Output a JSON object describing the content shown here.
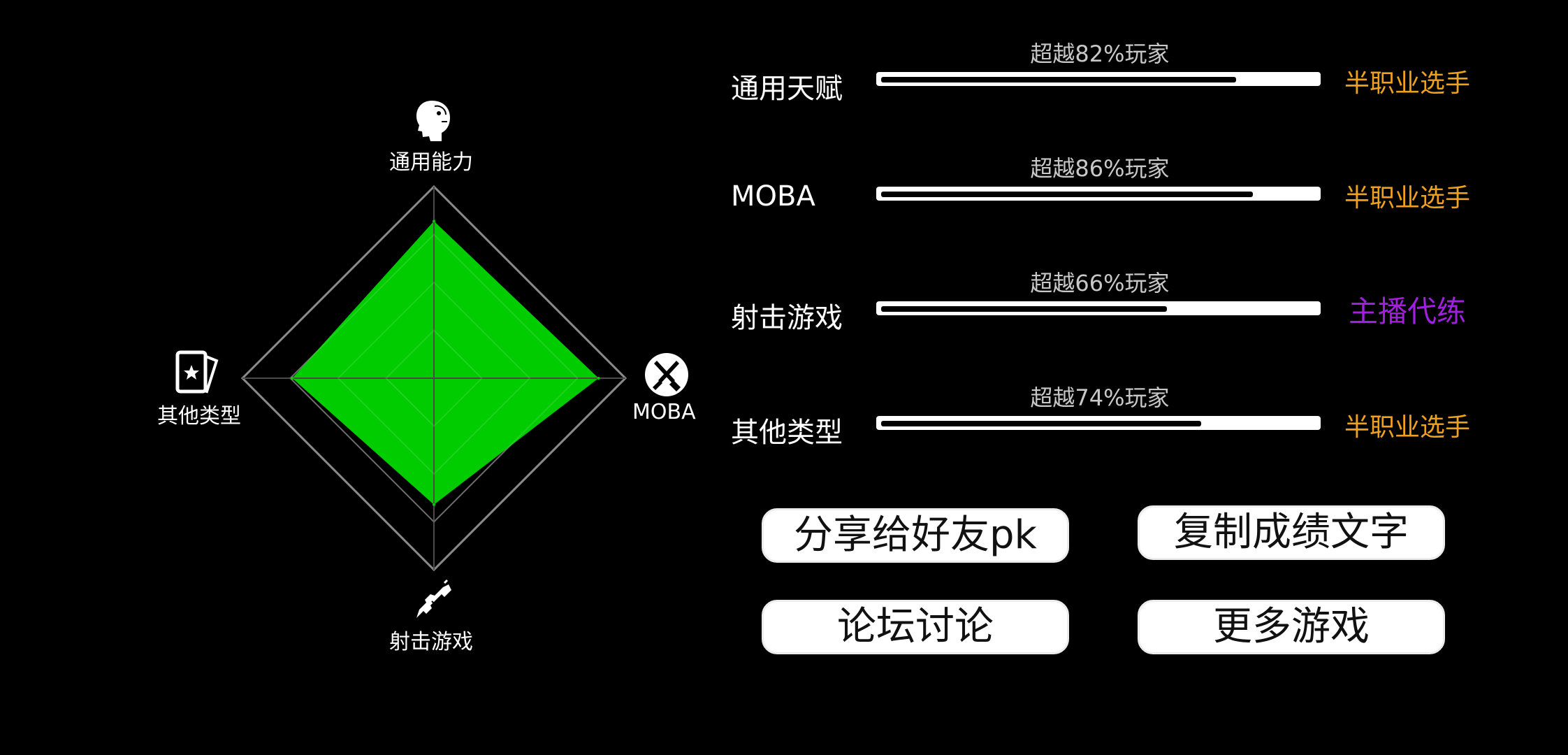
{
  "radar": {
    "axes": [
      {
        "label": "通用能力",
        "icon": "head-icon"
      },
      {
        "label": "MOBA",
        "icon": "crossed-swords-icon"
      },
      {
        "label": "射击游戏",
        "icon": "rifle-icon"
      },
      {
        "label": "其他类型",
        "icon": "star-card-icon"
      }
    ]
  },
  "chart_data": {
    "type": "radar",
    "axes": [
      "通用能力",
      "MOBA",
      "射击游戏",
      "其他类型"
    ],
    "values": [
      82,
      86,
      66,
      74
    ],
    "max": 100,
    "rings": 4,
    "fill_color": "#00cc00"
  },
  "stats": [
    {
      "name": "通用天赋",
      "percent_text": "超越82%玩家",
      "percent": 82,
      "rank": "半职业选手",
      "rank_color": "#f0a020"
    },
    {
      "name": "MOBA",
      "percent_text": "超越86%玩家",
      "percent": 86,
      "rank": "半职业选手",
      "rank_color": "#f0a020"
    },
    {
      "name": "射击游戏",
      "percent_text": "超越66%玩家",
      "percent": 66,
      "rank": "主播代练",
      "rank_color": "#a020e0"
    },
    {
      "name": "其他类型",
      "percent_text": "超越74%玩家",
      "percent": 74,
      "rank": "半职业选手",
      "rank_color": "#f0a020"
    }
  ],
  "buttons": {
    "share": "分享给好友pk",
    "copy": "复制成绩文字",
    "forum": "论坛讨论",
    "more": "更多游戏"
  }
}
